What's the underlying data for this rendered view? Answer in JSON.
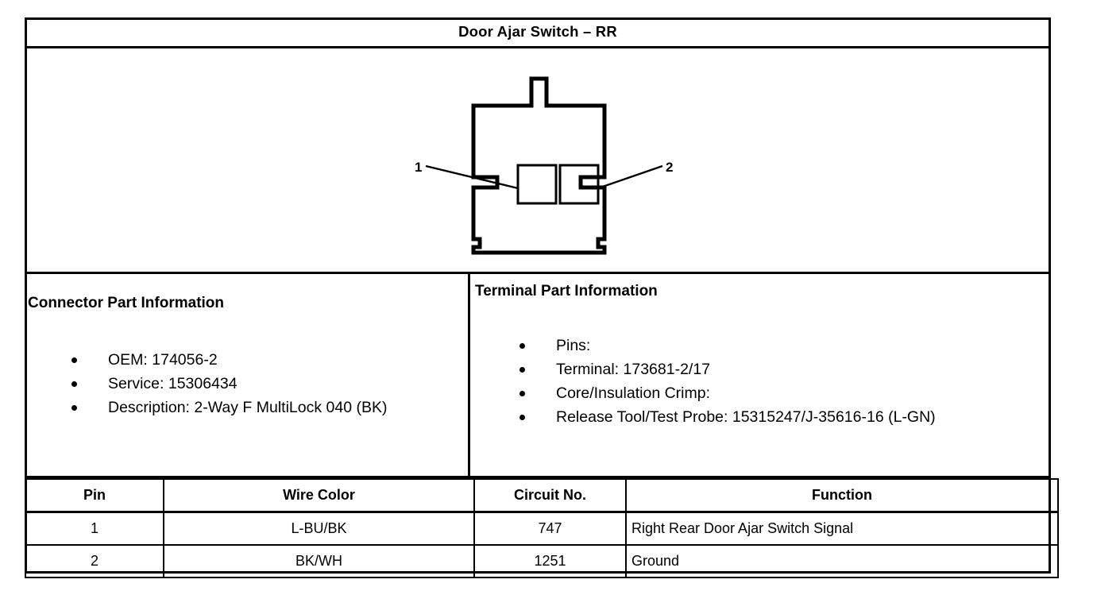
{
  "title": "Door Ajar Switch – RR",
  "connector_diagram": {
    "name": "2-way-female-connector-face-view",
    "callouts": [
      {
        "label": "1",
        "side": "left"
      },
      {
        "label": "2",
        "side": "right"
      }
    ],
    "cavity_count": 2,
    "line_color": "#000000"
  },
  "connector_part_information": {
    "heading": "Connector Part Information",
    "items": [
      "OEM: 174056-2",
      "Service: 15306434",
      "Description: 2-Way F MultiLock 040 (BK)"
    ]
  },
  "terminal_part_information": {
    "heading": "Terminal Part Information",
    "items": [
      "Pins:",
      "Terminal: 173681-2/17",
      "Core/Insulation Crimp:",
      "Release Tool/Test Probe: 15315247/J-35616-16 (L-GN)"
    ]
  },
  "pin_table": {
    "headers": [
      "Pin",
      "Wire Color",
      "Circuit No.",
      "Function"
    ],
    "rows": [
      {
        "pin": "1",
        "wire_color": "L-BU/BK",
        "circuit_no": "747",
        "function": "Right Rear Door Ajar Switch Signal"
      },
      {
        "pin": "2",
        "wire_color": "BK/WH",
        "circuit_no": "1251",
        "function": "Ground"
      }
    ]
  }
}
